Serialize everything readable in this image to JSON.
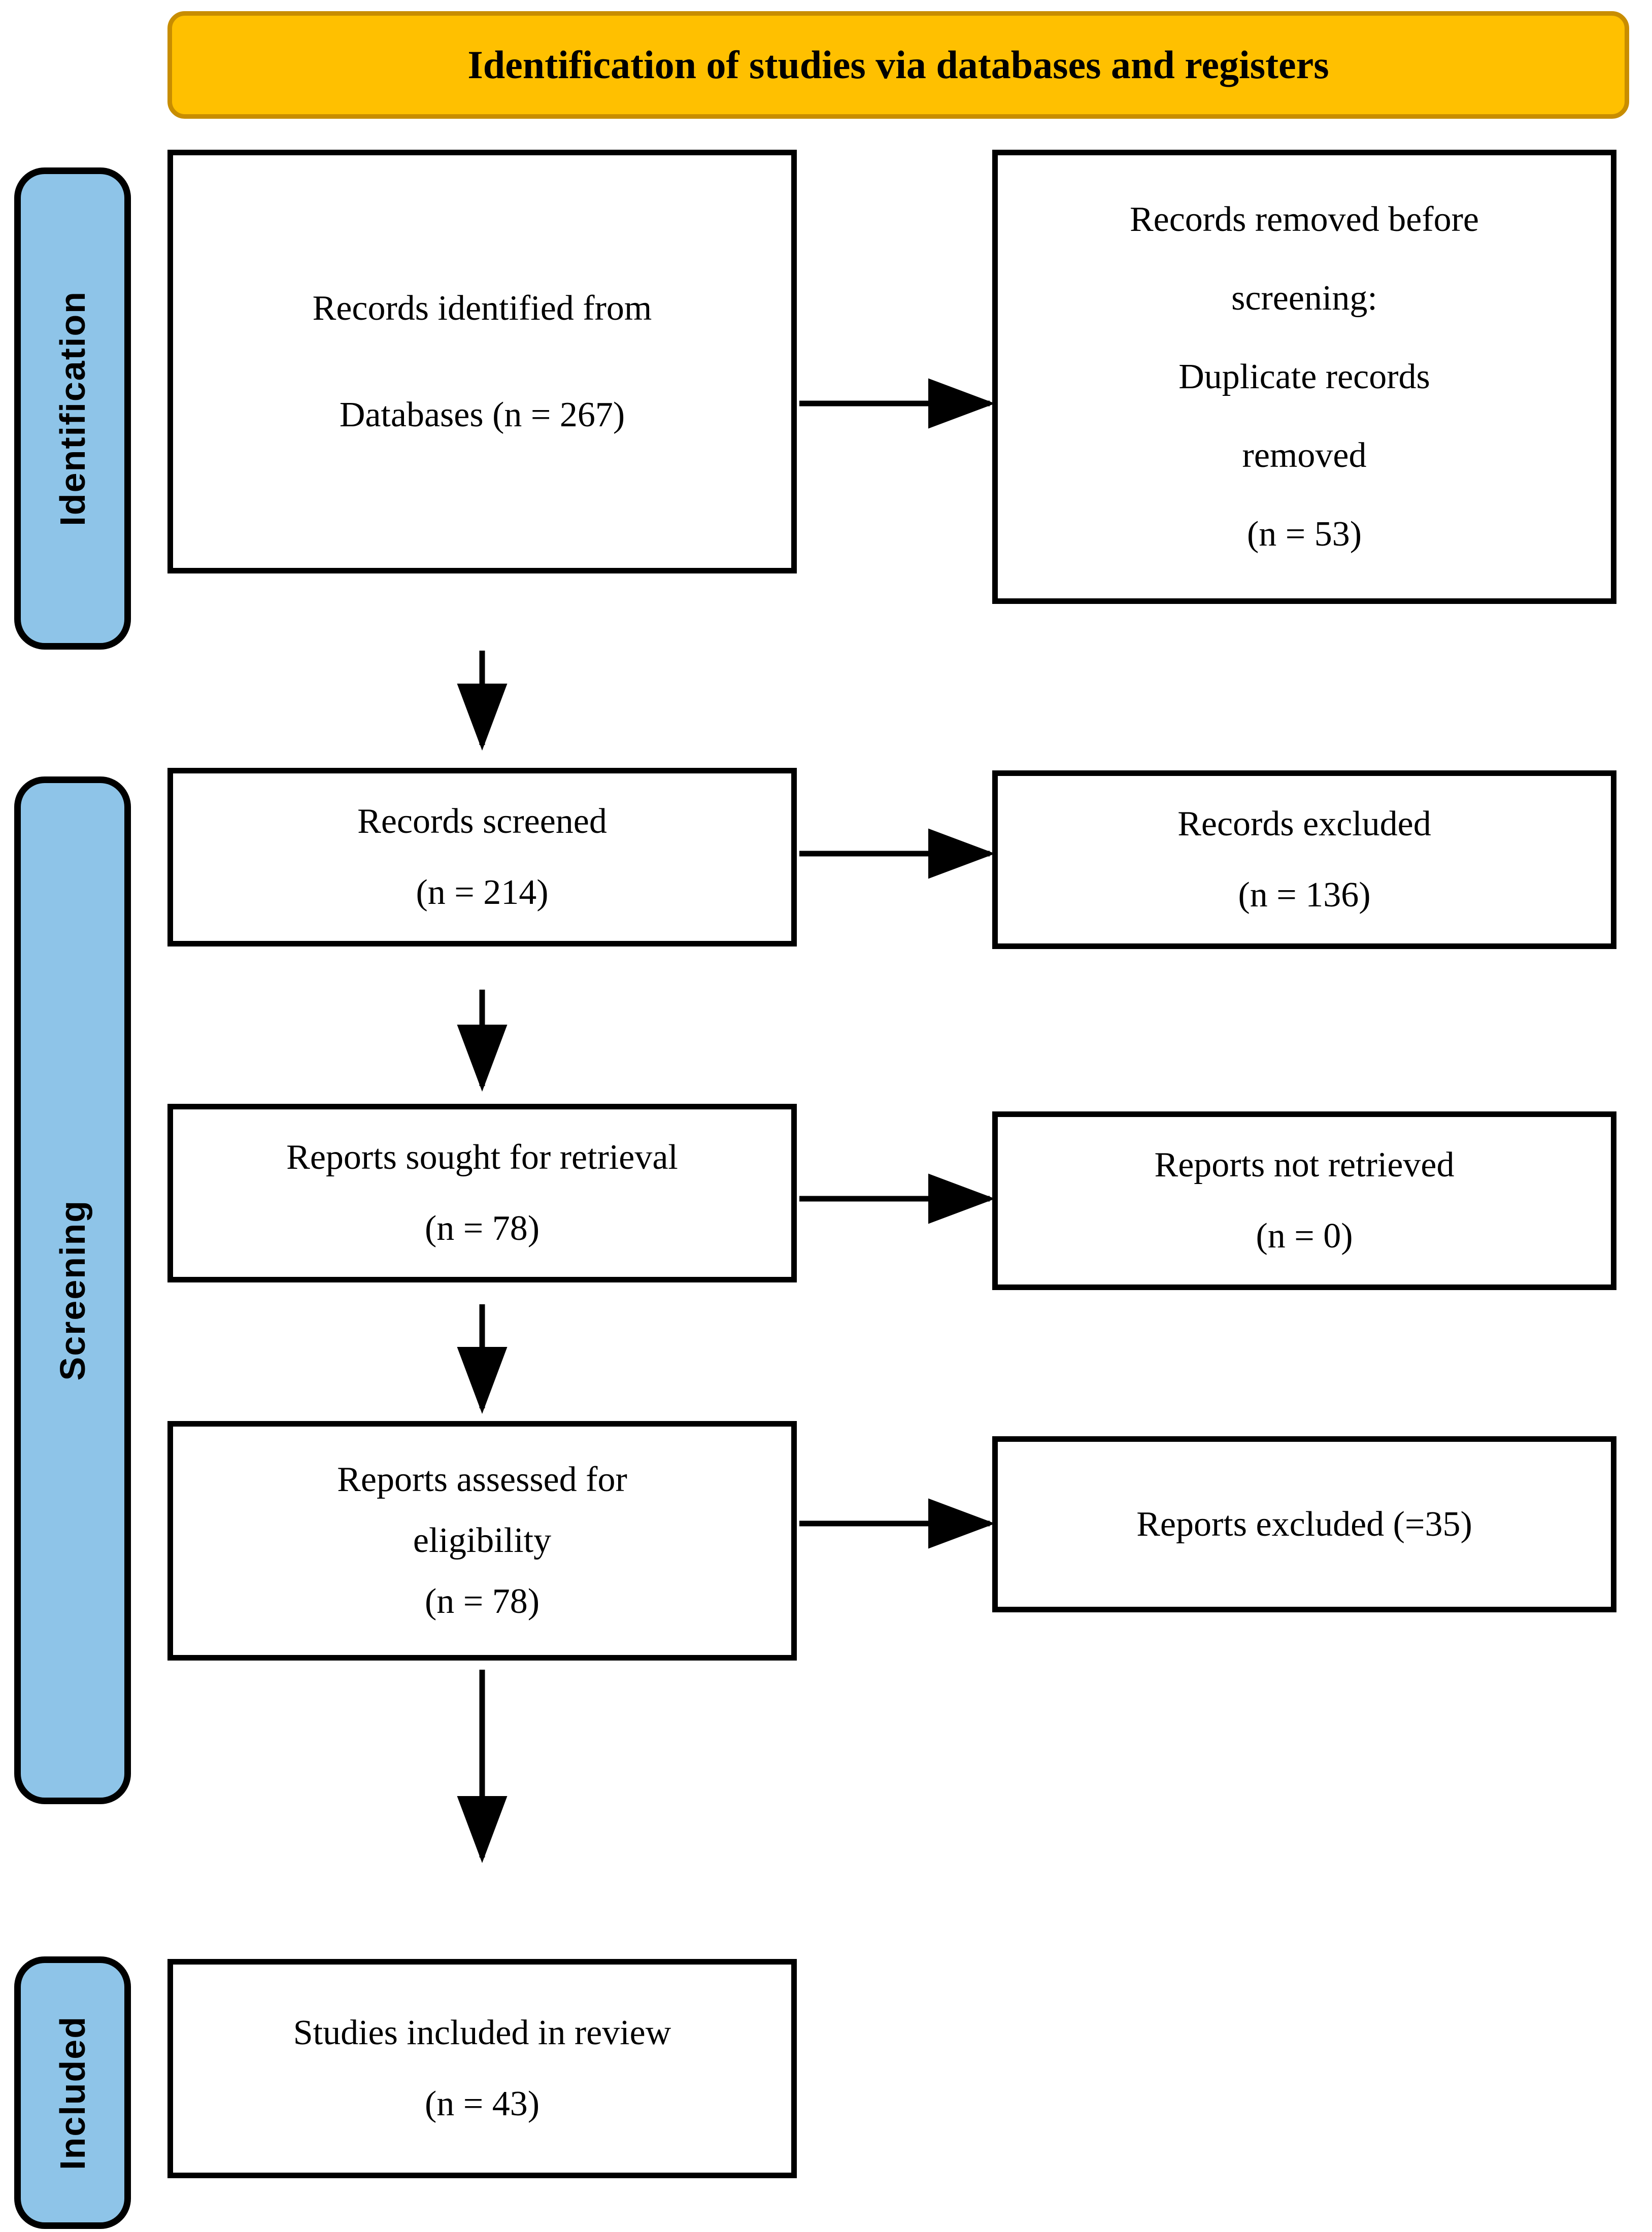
{
  "banner": {
    "title": "Identification of studies via databases and registers"
  },
  "stages": {
    "identification": "Identification",
    "screening": "Screening",
    "included": "Included"
  },
  "boxes": {
    "records_identified": {
      "lines": [
        "Records identified from",
        "Databases (n = 267)"
      ]
    },
    "records_removed": {
      "lines": [
        "Records removed before",
        "screening:",
        "Duplicate records",
        "removed",
        "(n = 53)"
      ]
    },
    "records_screened": {
      "lines": [
        "Records screened",
        "(n = 214)"
      ]
    },
    "records_excluded": {
      "lines": [
        "Records excluded",
        "(n = 136)"
      ]
    },
    "reports_sought": {
      "lines": [
        "Reports sought for retrieval",
        "(n = 78)"
      ]
    },
    "reports_not_retrieved": {
      "lines": [
        "Reports not retrieved",
        "(n = 0)"
      ]
    },
    "reports_assessed": {
      "lines": [
        "Reports assessed for",
        "eligibility",
        "(n = 78)"
      ]
    },
    "reports_excluded": {
      "lines": [
        "Reports excluded (=35)"
      ]
    },
    "studies_included": {
      "lines": [
        "Studies included in review",
        "(n = 43)"
      ]
    }
  },
  "colors": {
    "banner_fill": "#FFC000",
    "banner_border": "#C88D00",
    "stage_fill": "#8EC4E8",
    "stage_border": "#000000",
    "box_border": "#000000",
    "ink": "#000000"
  }
}
